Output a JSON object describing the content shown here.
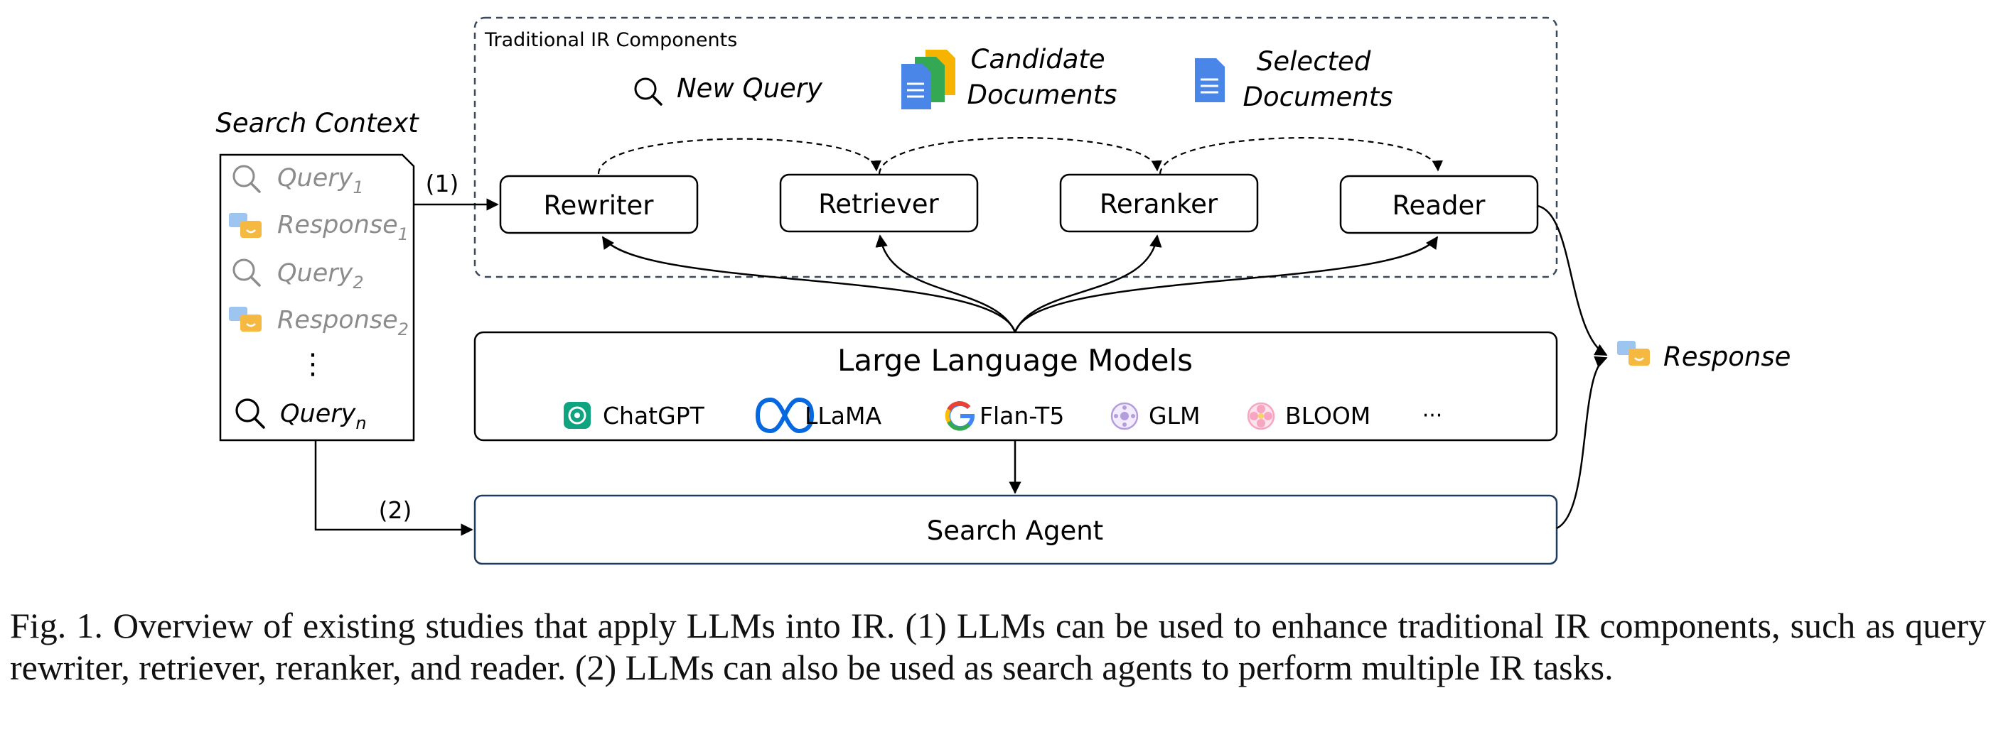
{
  "diagram": {
    "traditional_group_label": "Traditional IR Components",
    "new_query_label": "New Query",
    "candidate_docs_label": [
      "Candidate",
      "Documents"
    ],
    "selected_docs_label": [
      "Selected",
      "Documents"
    ],
    "search_context": {
      "title": "Search Context",
      "items": [
        {
          "text": "Query",
          "sub": "1",
          "icon": "search-icon",
          "faded": true
        },
        {
          "text": "Response",
          "sub": "1",
          "icon": "chat-bubbles-icon",
          "faded": true
        },
        {
          "text": "Query",
          "sub": "2",
          "icon": "search-icon",
          "faded": true
        },
        {
          "text": "Response",
          "sub": "2",
          "icon": "chat-bubbles-icon",
          "faded": true
        },
        {
          "text": "⋮",
          "sub": "",
          "icon": "",
          "faded": false
        },
        {
          "text": "Query",
          "sub": "n",
          "icon": "search-icon",
          "faded": false
        }
      ]
    },
    "path_labels": {
      "one": "(1)",
      "two": "(2)"
    },
    "components": [
      "Rewriter",
      "Retriever",
      "Reranker",
      "Reader"
    ],
    "llm": {
      "title": "Large Language Models",
      "models": [
        {
          "name": "ChatGPT",
          "icon": "chatgpt-logo-icon"
        },
        {
          "name": "LLaMA",
          "icon": "meta-logo-icon"
        },
        {
          "name": "Flan-T5",
          "icon": "google-logo-icon"
        },
        {
          "name": "GLM",
          "icon": "glm-logo-icon"
        },
        {
          "name": "BLOOM",
          "icon": "bloom-logo-icon"
        },
        {
          "name": "···",
          "icon": ""
        }
      ]
    },
    "search_agent_label": "Search Agent",
    "response_label": "Response",
    "colors": {
      "faded_text": "#8c8c8c",
      "doc_blue": "#4a86e8",
      "doc_green": "#34a853",
      "doc_yellow": "#f6b400",
      "chat_blue": "#9ec5f0",
      "chat_orange": "#f5b942",
      "chatgpt_green": "#10a37f",
      "meta_blue": "#0668e1",
      "glm_purple": "#b39ddb",
      "bloom_pink": "#f8a5c2",
      "agent_border": "#1f3a5f"
    }
  },
  "caption": {
    "text": "Fig. 1. Overview of existing studies that apply LLMs into IR. (1) LLMs can be used to enhance traditional IR components, such as query rewriter, retriever, reranker, and reader. (2) LLMs can also be used as search agents to perform multiple IR tasks."
  }
}
